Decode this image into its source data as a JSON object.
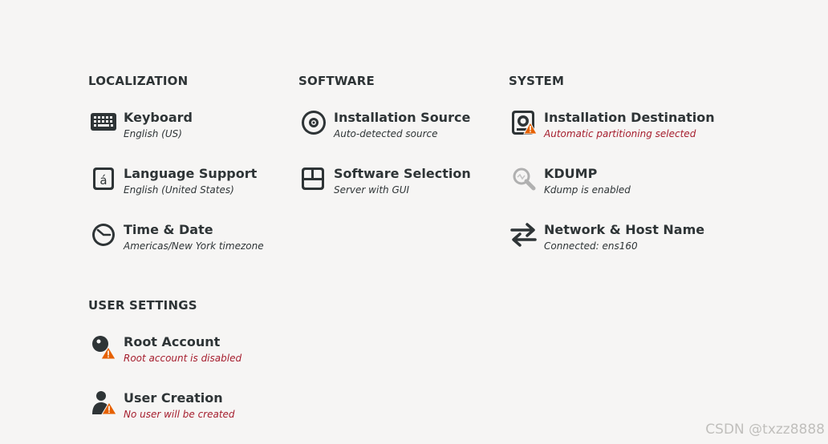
{
  "sections": {
    "localization": "LOCALIZATION",
    "software": "SOFTWARE",
    "system": "SYSTEM",
    "user_settings": "USER SETTINGS"
  },
  "spokes": {
    "keyboard": {
      "title": "Keyboard",
      "status": "English (US)",
      "icon": "keyboard-icon"
    },
    "language": {
      "title": "Language Support",
      "status": "English (United States)",
      "icon": "language-icon"
    },
    "time": {
      "title": "Time & Date",
      "status": "Americas/New York timezone",
      "icon": "clock-icon"
    },
    "install_source": {
      "title": "Installation Source",
      "status": "Auto-detected source",
      "icon": "disc-icon"
    },
    "software_selection": {
      "title": "Software Selection",
      "status": "Server with GUI",
      "icon": "package-icon"
    },
    "install_destination": {
      "title": "Installation Destination",
      "status": "Automatic partitioning selected",
      "icon": "harddisk-warning-icon"
    },
    "kdump": {
      "title": "KDUMP",
      "status": "Kdump is enabled",
      "icon": "magnifier-icon"
    },
    "network": {
      "title": "Network & Host Name",
      "status": "Connected: ens160",
      "icon": "network-arrows-icon"
    },
    "root": {
      "title": "Root Account",
      "status": "Root account is disabled",
      "icon": "root-warning-icon"
    },
    "user": {
      "title": "User Creation",
      "status": "No user will be created",
      "icon": "user-warning-icon"
    }
  },
  "colors": {
    "warning_text": "#a51d2d",
    "warning_badge": "#e66100",
    "text": "#2e3436",
    "background": "#f6f5f4"
  },
  "watermark": "CSDN @txzz8888"
}
